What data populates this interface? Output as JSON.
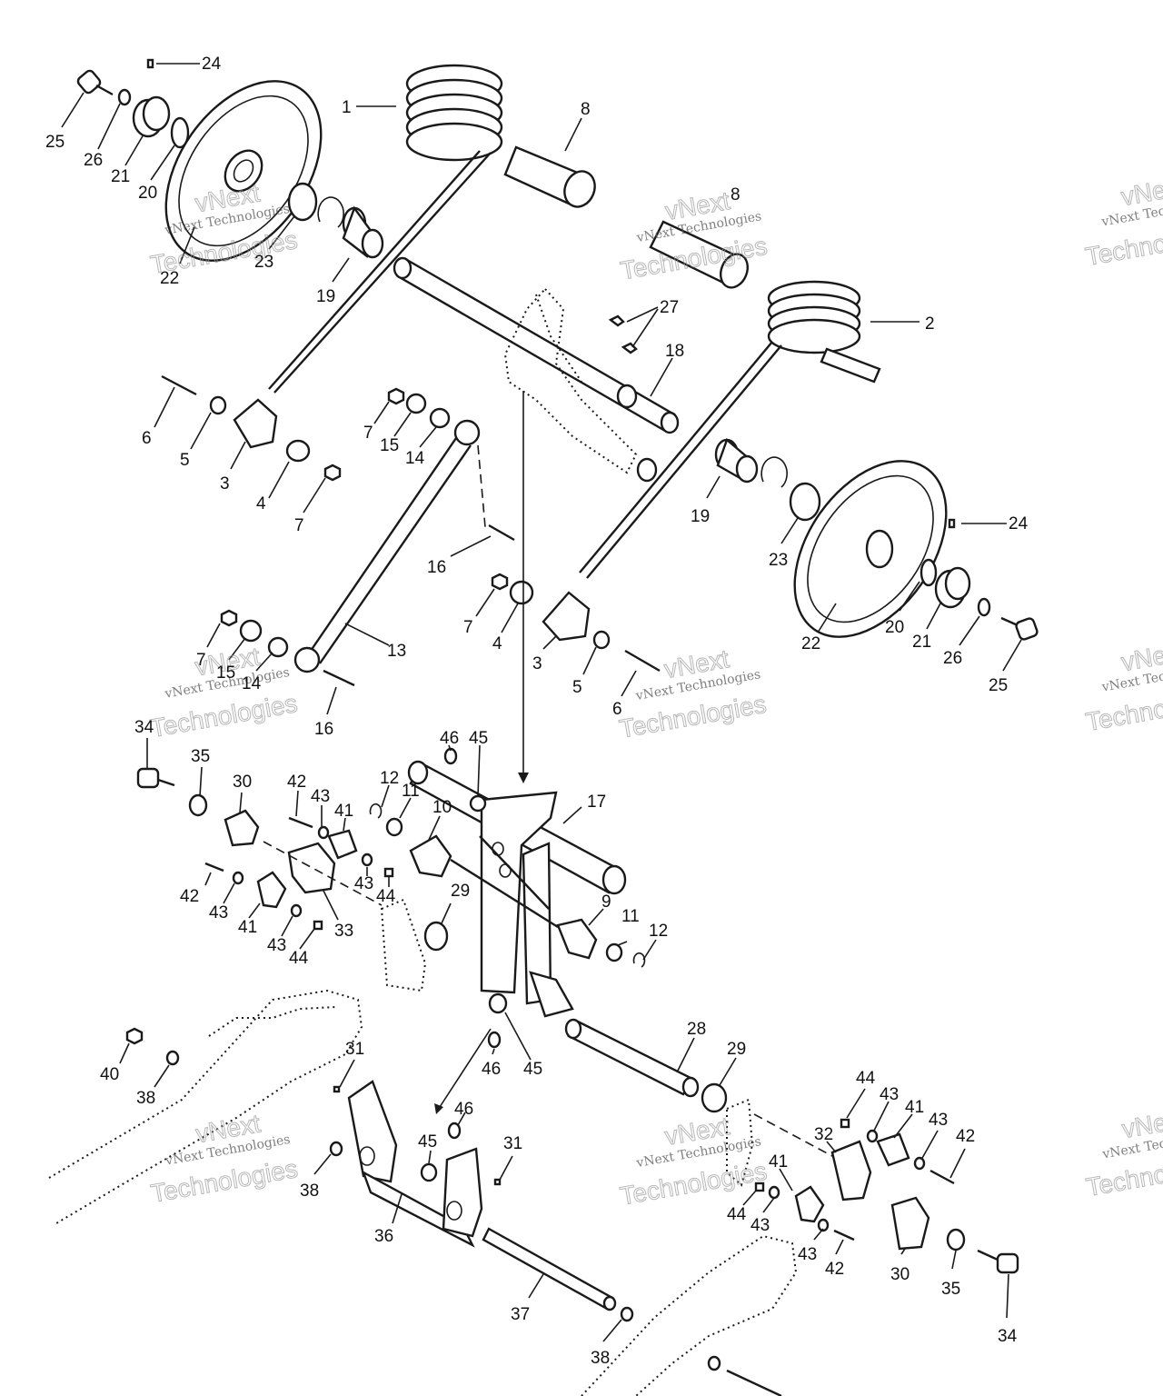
{
  "watermark": {
    "line1": "vNext",
    "line2": "vNext Technologies",
    "line3": "Technologies"
  },
  "callouts": [
    {
      "id": "c1",
      "label": "1"
    },
    {
      "id": "c8a",
      "label": "8"
    },
    {
      "id": "c8b",
      "label": "8"
    },
    {
      "id": "c24a",
      "label": "24"
    },
    {
      "id": "c25a",
      "label": "25"
    },
    {
      "id": "c26a",
      "label": "26"
    },
    {
      "id": "c21a",
      "label": "21"
    },
    {
      "id": "c20a",
      "label": "20"
    },
    {
      "id": "c22a",
      "label": "22"
    },
    {
      "id": "c23a",
      "label": "23"
    },
    {
      "id": "c19a",
      "label": "19"
    },
    {
      "id": "c2",
      "label": "2"
    },
    {
      "id": "c27",
      "label": "27"
    },
    {
      "id": "c18",
      "label": "18"
    },
    {
      "id": "c6a",
      "label": "6"
    },
    {
      "id": "c5a",
      "label": "5"
    },
    {
      "id": "c3a",
      "label": "3"
    },
    {
      "id": "c4a",
      "label": "4"
    },
    {
      "id": "c7a",
      "label": "7"
    },
    {
      "id": "c7b",
      "label": "7"
    },
    {
      "id": "c15a",
      "label": "15"
    },
    {
      "id": "c14a",
      "label": "14"
    },
    {
      "id": "c16a",
      "label": "16"
    },
    {
      "id": "c19b",
      "label": "19"
    },
    {
      "id": "c23b",
      "label": "23"
    },
    {
      "id": "c24b",
      "label": "24"
    },
    {
      "id": "c7c",
      "label": "7"
    },
    {
      "id": "c4b",
      "label": "4"
    },
    {
      "id": "c3b",
      "label": "3"
    },
    {
      "id": "c22b",
      "label": "22"
    },
    {
      "id": "c20b",
      "label": "20"
    },
    {
      "id": "c21b",
      "label": "21"
    },
    {
      "id": "c26b",
      "label": "26"
    },
    {
      "id": "c25b",
      "label": "25"
    },
    {
      "id": "c5b",
      "label": "5"
    },
    {
      "id": "c6b",
      "label": "6"
    },
    {
      "id": "c13",
      "label": "13"
    },
    {
      "id": "c7d",
      "label": "7"
    },
    {
      "id": "c15b",
      "label": "15"
    },
    {
      "id": "c14b",
      "label": "14"
    },
    {
      "id": "c16b",
      "label": "16"
    },
    {
      "id": "c34a",
      "label": "34"
    },
    {
      "id": "c35a",
      "label": "35"
    },
    {
      "id": "c30a",
      "label": "30"
    },
    {
      "id": "c42a",
      "label": "42"
    },
    {
      "id": "c43a",
      "label": "43"
    },
    {
      "id": "c41a",
      "label": "41"
    },
    {
      "id": "c12a",
      "label": "12"
    },
    {
      "id": "c11a",
      "label": "11"
    },
    {
      "id": "c10",
      "label": "10"
    },
    {
      "id": "c46a",
      "label": "46"
    },
    {
      "id": "c45a",
      "label": "45"
    },
    {
      "id": "c17",
      "label": "17"
    },
    {
      "id": "c43b",
      "label": "43"
    },
    {
      "id": "c44a",
      "label": "44"
    },
    {
      "id": "c42b",
      "label": "42"
    },
    {
      "id": "c43c",
      "label": "43"
    },
    {
      "id": "c41b",
      "label": "41"
    },
    {
      "id": "c33",
      "label": "33"
    },
    {
      "id": "c43d",
      "label": "43"
    },
    {
      "id": "c44b",
      "label": "44"
    },
    {
      "id": "c29a",
      "label": "29"
    },
    {
      "id": "c9",
      "label": "9"
    },
    {
      "id": "c11b",
      "label": "11"
    },
    {
      "id": "c12b",
      "label": "12"
    },
    {
      "id": "c28",
      "label": "28"
    },
    {
      "id": "c29b",
      "label": "29"
    },
    {
      "id": "c46b",
      "label": "46"
    },
    {
      "id": "c45b",
      "label": "45"
    },
    {
      "id": "c40",
      "label": "40"
    },
    {
      "id": "c38a",
      "label": "38"
    },
    {
      "id": "c31a",
      "label": "31"
    },
    {
      "id": "c46c",
      "label": "46"
    },
    {
      "id": "c45c",
      "label": "45"
    },
    {
      "id": "c31b",
      "label": "31"
    },
    {
      "id": "c38b",
      "label": "38"
    },
    {
      "id": "c36",
      "label": "36"
    },
    {
      "id": "c44c",
      "label": "44"
    },
    {
      "id": "c43e",
      "label": "43"
    },
    {
      "id": "c41c",
      "label": "41"
    },
    {
      "id": "c43f",
      "label": "43"
    },
    {
      "id": "c42c",
      "label": "42"
    },
    {
      "id": "c32",
      "label": "32"
    },
    {
      "id": "c41d",
      "label": "41"
    },
    {
      "id": "c44d",
      "label": "44"
    },
    {
      "id": "c43g",
      "label": "43"
    },
    {
      "id": "c43h",
      "label": "43"
    },
    {
      "id": "c42d",
      "label": "42"
    },
    {
      "id": "c30b",
      "label": "30"
    },
    {
      "id": "c35b",
      "label": "35"
    },
    {
      "id": "c34b",
      "label": "34"
    },
    {
      "id": "c37",
      "label": "37"
    },
    {
      "id": "c38c",
      "label": "38"
    }
  ]
}
